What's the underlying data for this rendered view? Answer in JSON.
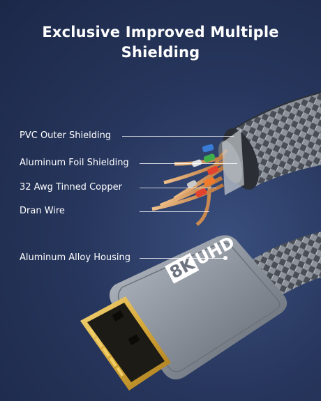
{
  "title": {
    "line1": "Exclusive Improved Multiple",
    "line2": "Shielding"
  },
  "labels": {
    "pvc": "PVC Outer Shielding",
    "foil": "Aluminum Foil Shielding",
    "copper": "32 Awg Tinned Copper",
    "drain": "Dran Wire",
    "housing": "Aluminum Alloy Housing"
  },
  "connector": {
    "badge_8k": "8K",
    "badge_uhd": "UHD"
  },
  "colors": {
    "background": "#27365d",
    "housing": "#8b939e",
    "badge": "#ffffff",
    "plug_gold": "#e0b84a",
    "wire_green": "#3fae4a",
    "wire_red": "#e2432f",
    "wire_orange": "#f07a2a",
    "wire_blue": "#3a7bd5"
  },
  "icons": [
    "hdmi-connector-icon",
    "braided-cable-icon",
    "copper-wire-bundle-icon"
  ]
}
